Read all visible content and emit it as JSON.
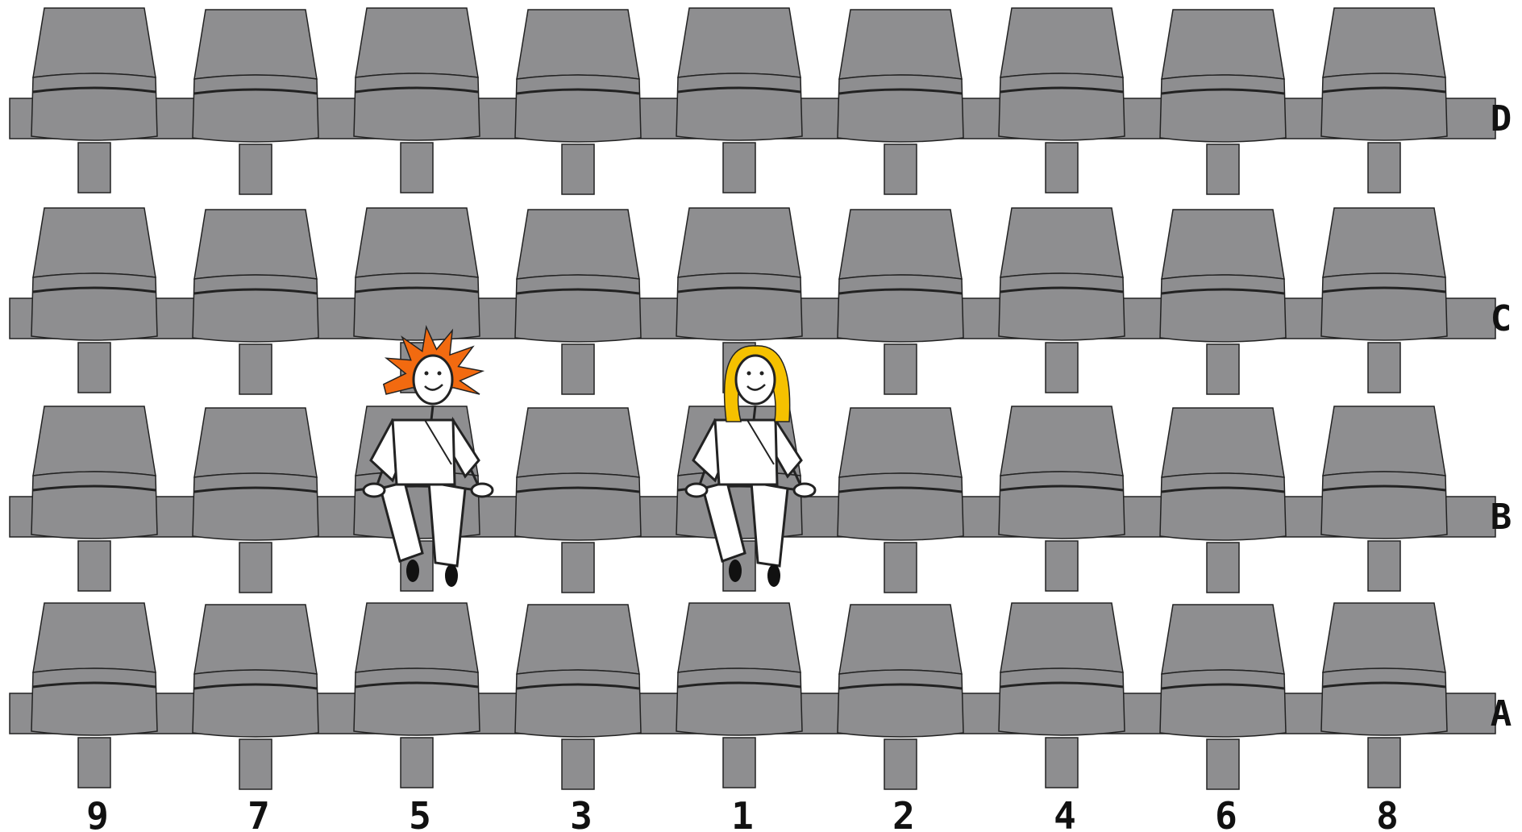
{
  "rows": [
    "D",
    "C",
    "B",
    "A"
  ],
  "columns": [
    "9",
    "7",
    "5",
    "3",
    "1",
    "2",
    "4",
    "6",
    "8"
  ],
  "occupants": [
    {
      "row": "B",
      "seat": "5",
      "hair": "spiky",
      "hair_color": "#F26A10"
    },
    {
      "row": "B",
      "seat": "1",
      "hair": "long",
      "hair_color": "#F5C100"
    }
  ],
  "colors": {
    "seat": "#8E8E90",
    "outline": "#222222",
    "shirt": "#ffffff",
    "shoes": "#111111"
  }
}
